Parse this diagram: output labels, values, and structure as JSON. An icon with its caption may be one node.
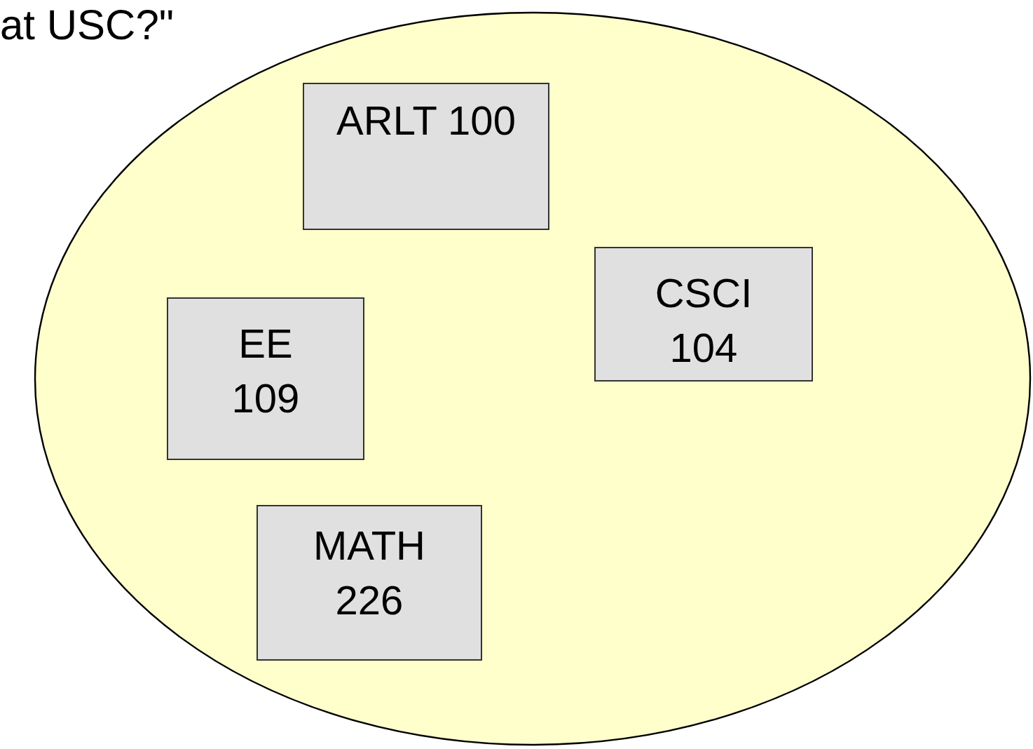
{
  "diagram": {
    "nodes": [
      {
        "text": [],
        "shape": "ellipse"
      },
      {
        "text": [
          "ARLT 100"
        ],
        "in": 0
      },
      {
        "text": [
          "CSCI 104"
        ],
        "in": 0
      },
      {
        "text": [
          "EE 109"
        ],
        "in": 0
      },
      {
        "text": [
          "MATH 226"
        ],
        "in": 0
      }
    ],
    "labels": [
      "at USC?\""
    ]
  }
}
